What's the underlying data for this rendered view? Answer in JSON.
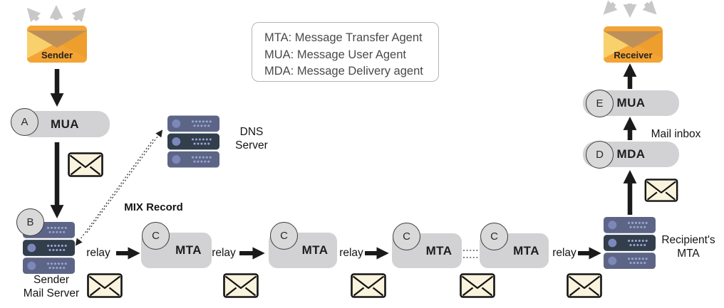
{
  "legend": {
    "lines": [
      "MTA: Message Transfer Agent",
      "MUA: Message User Agent",
      "MDA: Message Delivery agent"
    ]
  },
  "sender": {
    "label": "Sender"
  },
  "receiver": {
    "label": "Receiver"
  },
  "mua_a": {
    "badge": "A",
    "label": "MUA"
  },
  "sender_server": {
    "badge": "B",
    "label_line1": "Sender",
    "label_line2": "Mail Server"
  },
  "dns": {
    "label_line1": "DNS",
    "label_line2": "Server"
  },
  "mix_record": "MIX Record",
  "relay": "relay",
  "mta": {
    "badge": "C",
    "label": "MTA"
  },
  "recipient_server": {
    "label_line1": "Recipient's",
    "label_line2": "MTA"
  },
  "mda": {
    "badge": "D",
    "label": "MDA"
  },
  "mua_e": {
    "badge": "E",
    "label": "MUA"
  },
  "mail_inbox": "Mail inbox",
  "colors": {
    "envelope_orange": "#F4A434",
    "envelope_flap": "#BE9059",
    "envelope_left": "#F8D16C",
    "envelope_right": "#EE9E2D",
    "server_body": "#5D6586",
    "server_mid": "#323E4B",
    "box_gray": "#D2D2D4",
    "arrow_black": "#1A1A1A",
    "arrow_gray": "#C8C8C8",
    "mail_cream": "#FAF3DD"
  }
}
